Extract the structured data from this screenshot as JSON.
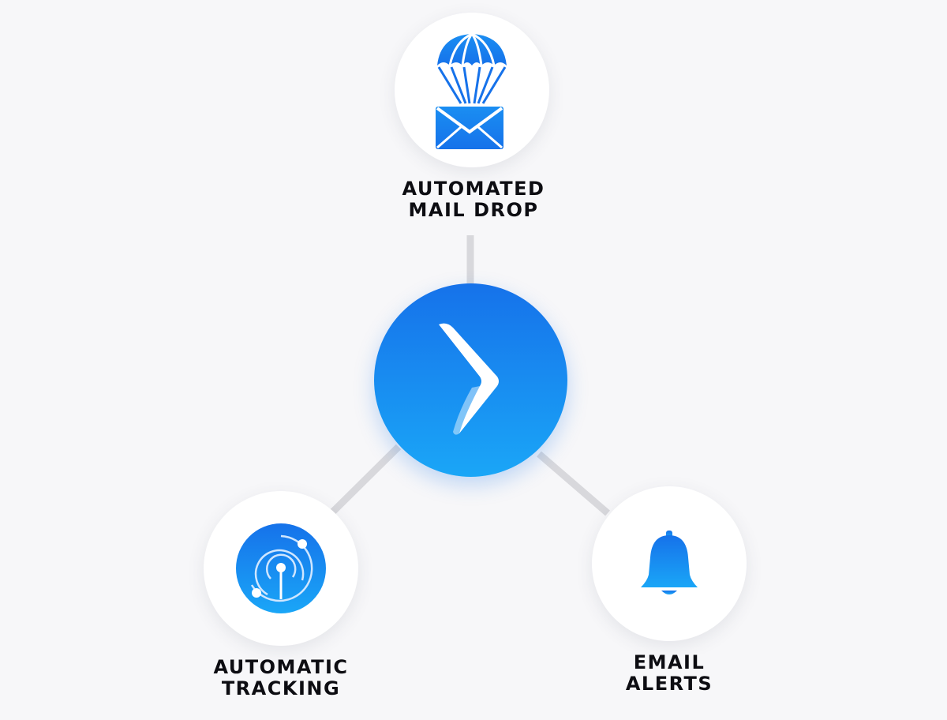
{
  "colors": {
    "background": "#f7f7f9",
    "connector": "#d8d8dc",
    "accent_dark": "#1672ea",
    "accent_light": "#1aa6f7",
    "label_text": "#0d0d12"
  },
  "hub": {
    "icon": "boomerang-logo-icon"
  },
  "features": {
    "mail_drop": {
      "icon": "parachute-envelope-icon",
      "label_line1": "AUTOMATED",
      "label_line2": "MAIL DROP"
    },
    "tracking": {
      "icon": "radar-tracking-icon",
      "label_line1": "AUTOMATIC",
      "label_line2": "TRACKING"
    },
    "alerts": {
      "icon": "bell-icon",
      "label_line1": "EMAIL",
      "label_line2": "ALERTS"
    }
  }
}
